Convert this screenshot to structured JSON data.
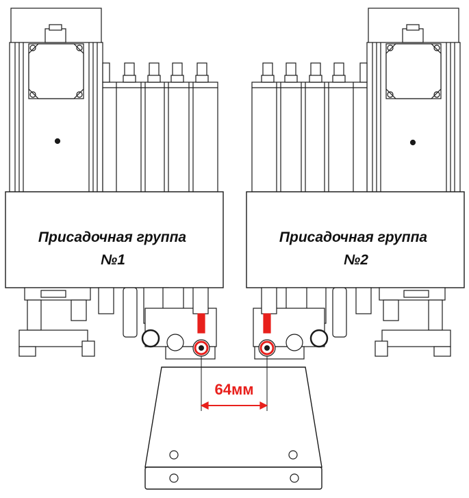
{
  "group1": {
    "line1": "Присадочная группа",
    "line2": "№1"
  },
  "group2": {
    "line1": "Присадочная группа",
    "line2": "№2"
  },
  "dimension": {
    "label": "64мм"
  },
  "colors": {
    "line": "#1a1a1a",
    "accent": "#e8201c",
    "background": "#ffffff"
  }
}
